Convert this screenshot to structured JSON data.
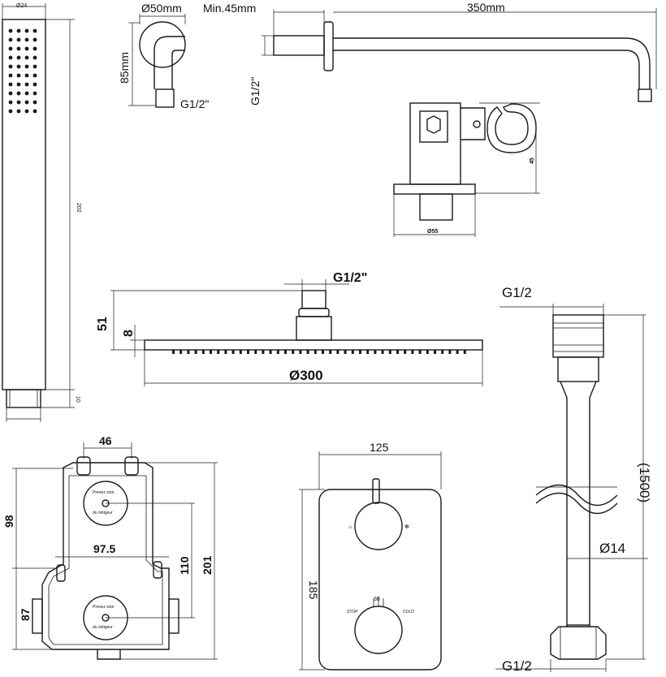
{
  "handshower": {
    "dia": "Ø24",
    "length": "202",
    "thread_len": "10"
  },
  "wall_elbow": {
    "dia": "Ø50mm",
    "height": "85mm",
    "thread": "G1/2\""
  },
  "arm": {
    "min": "Min.45mm",
    "length": "350mm",
    "thread": "G1/2\""
  },
  "holder": {
    "height": "45",
    "dia": "Ø55"
  },
  "head": {
    "thread": "G1/2\"",
    "h_total": "51",
    "h_plate": "8",
    "dia": "Ø300"
  },
  "hose": {
    "top_thread": "G1/2",
    "bottom_thread": "G1/2",
    "length": "(1500)",
    "dia": "Ø14"
  },
  "box": {
    "w_top": "46",
    "w_mid": "97.5",
    "h_left": "98",
    "h_low": "87",
    "h_mid": "110",
    "h_total": "201"
  },
  "plate": {
    "width": "125",
    "height": "185",
    "scale_mark": "38"
  }
}
